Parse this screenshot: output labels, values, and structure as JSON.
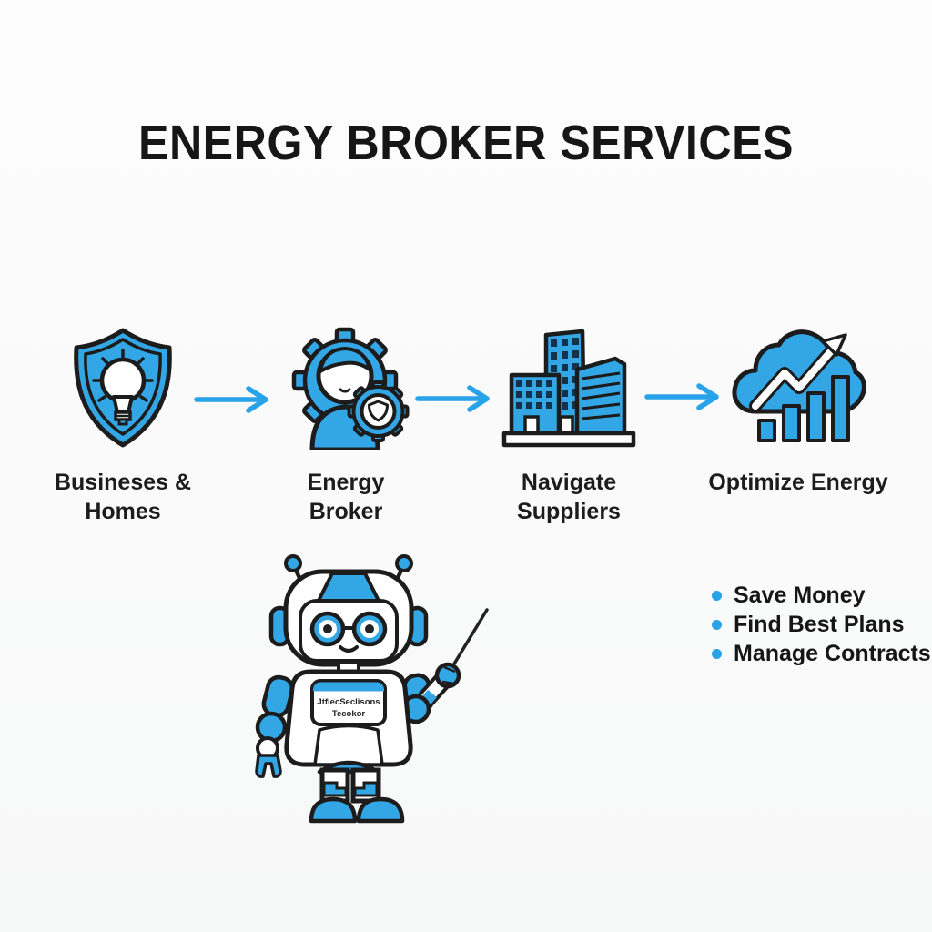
{
  "title": "ENERGY BROKER SERVICES",
  "colors": {
    "accent_blue": "#33a6e6",
    "arrow_blue": "#28a2e8",
    "outline": "#1c1c1c",
    "background": "#fafafa",
    "text": "#1a1a1a"
  },
  "flow": {
    "steps": [
      {
        "icon": "shield-lightbulb-icon",
        "line1": "Busineses &",
        "line2": "Homes"
      },
      {
        "icon": "broker-person-gears-icon",
        "line1": "Energy",
        "line2": "Broker"
      },
      {
        "icon": "suppliers-buildings-icon",
        "line1": "Navigate",
        "line2": "Suppliers"
      },
      {
        "icon": "optimize-cloud-chart-icon",
        "line1": "Optimize Energy",
        "line2": ""
      }
    ],
    "arrow_icon": "right-arrow-icon"
  },
  "mascot": {
    "icon": "robot-mascot-icon",
    "chest_line1": "JtfiecSeclisons",
    "chest_line2": "Tecokor"
  },
  "benefits": {
    "items": [
      {
        "label": "Save Money"
      },
      {
        "label": "Find Best Plans"
      },
      {
        "label": "Manage Contracts"
      }
    ]
  }
}
